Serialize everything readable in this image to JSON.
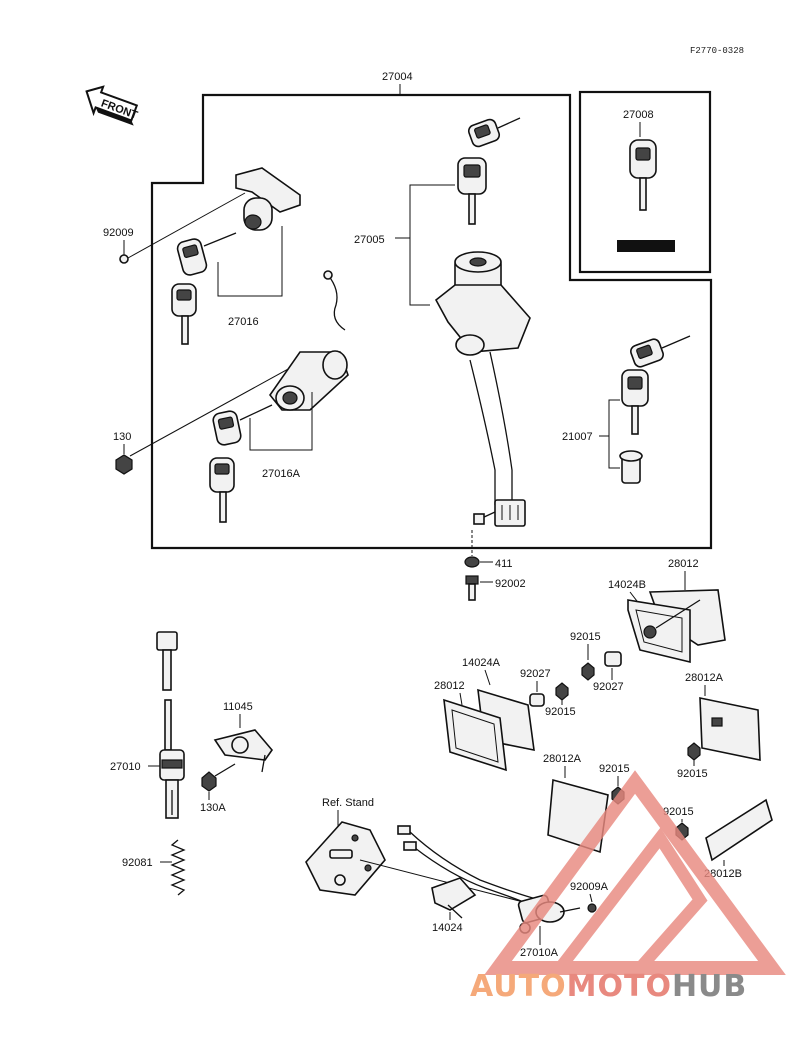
{
  "drawing_code": "F2770-0328",
  "front_arrow_label": "FRONT",
  "labels": {
    "p27004": "27004",
    "p27008": "27008",
    "p92009": "92009",
    "p27005": "27005",
    "p27016": "27016",
    "p130": "130",
    "p27016A": "27016A",
    "p21007": "21007",
    "p411": "411",
    "p92002": "92002",
    "p28012_top": "28012",
    "p14024B": "14024B",
    "p92015_a": "92015",
    "p92027_a": "92027",
    "p14024A": "14024A",
    "p28012_left": "28012",
    "p92027_b": "92027",
    "p92015_b": "92015",
    "p28012A_right": "28012A",
    "p92015_c": "92015",
    "p11045": "11045",
    "p27010": "27010",
    "p130A": "130A",
    "p28012A_mid": "28012A",
    "p92015_d": "92015",
    "ref_stand": "Ref. Stand",
    "p92015_e": "92015",
    "p28012B": "28012B",
    "p92081": "92081",
    "p92009A": "92009A",
    "p14024": "14024",
    "p27010A": "27010A"
  },
  "watermark": {
    "part1": "AUTO",
    "part2": "MOTO",
    "part3": "HUB",
    "color1": "#f5a97a",
    "color2": "#e8897f",
    "color3": "#8a8a8a"
  }
}
